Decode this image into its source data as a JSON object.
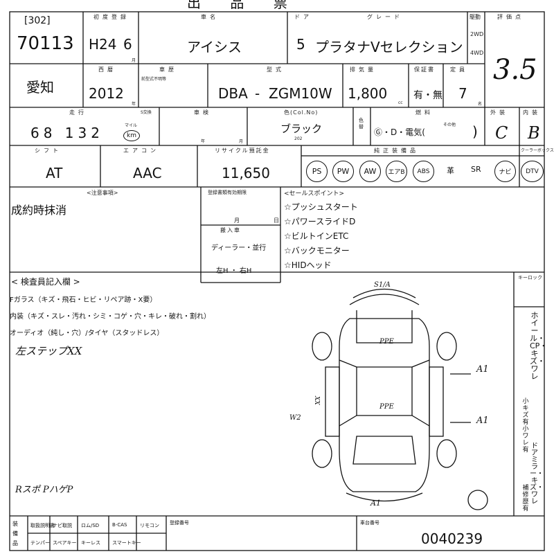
{
  "header_title": "出 品 票",
  "lot_no": "[302]",
  "entry_no": "70113",
  "labels": {
    "first_reg": "初度登録",
    "month": "月",
    "car_name": "車名",
    "door": "ドア",
    "grade": "グレード",
    "drive": "駆動",
    "score": "評価点",
    "year": "西暦",
    "year_unit": "年",
    "vehicle_type": "車歴",
    "type_sub": "前型式不明等",
    "model": "型式",
    "displacement": "排気量",
    "cc": "cc",
    "warranty": "保証書",
    "capacity": "定員",
    "person": "名",
    "mileage": "走行",
    "meter_swap": "S交換",
    "miles": "マイル",
    "km": "km",
    "inspection": "車検",
    "insp_year": "年",
    "insp_month": "月",
    "color": "色(Col.No)",
    "color_swap": "色替",
    "fuel": "燃料",
    "fuel_other": "その他",
    "exterior": "外装",
    "interior": "内装",
    "shift": "シフト",
    "aircon": "エアコン",
    "recycle": "リサイクル預託金",
    "equipment": "純正装備品",
    "cooler": "クーラーボックス",
    "caution": "<注意事項>",
    "insp_expiry": "登録書類有効期限",
    "pay_month": "月",
    "pay_day": "日",
    "delivery": "搬入車",
    "dealer_parallel": "ディーラー・並行",
    "handle": "左H ・ 右H",
    "sales_points": "<セールスポイント>",
    "inspector_notes": "< 検査員記入欄 >",
    "wheel_label": "ホイール・CP・キズ・ワレ",
    "wheel_sub": "小キズ有 小ワレ有",
    "mirror": "ドアミラー・キズ・ワレ",
    "paint": "補修歴有",
    "door_lock": "キーロック",
    "chassis_no": "車台番号",
    "reg_no": "登録番号",
    "parts": "装備品"
  },
  "values": {
    "era_year": "H24",
    "reg_month": "6",
    "car_name": "アイシス",
    "doors": "5",
    "grade": "プラタナVセレクション",
    "drive_2wd": "2WD",
    "drive_4wd": "4WD",
    "score": "3.5",
    "location": "愛知",
    "year": "2012",
    "model_prefix": "DBA",
    "model_code": "ZGM10W",
    "displacement": "1,800",
    "warranty": "有・無",
    "capacity": "7",
    "mileage": "68 132",
    "color": "ブラック",
    "color_no": "202",
    "fuel": "Ⓖ・D・電気(",
    "fuel_close": ")",
    "exterior": "C",
    "interior": "B",
    "shift": "AT",
    "aircon": "AAC",
    "recycle": "11,650",
    "equipment": [
      "PS",
      "PW",
      "AW",
      "エアB",
      "ABS",
      "革",
      "SR",
      "ナビ",
      "DTV"
    ],
    "caution_note": "成約時抹消",
    "sales_points": [
      "☆プッシュスタート",
      "☆パワースライドD",
      "☆ビルトインETC",
      "☆バックモニター",
      "☆HIDヘッド"
    ],
    "inspector_lines": [
      "Fガラス（キズ・飛石・ヒビ・リペア跡・X要）",
      "内装（キズ・スレ・汚れ・シミ・コゲ・穴・キレ・破れ・割れ）",
      "オーディオ（純し・穴）/タイヤ（スタッドレス）"
    ],
    "hand_note_1": "左ステップXX",
    "hand_note_2": "Rスポ PハゲP",
    "diagram_labels": {
      "top": "S1/A",
      "roof": "PPE",
      "center": "PPE",
      "right_a": "A1",
      "right_b": "A1",
      "left_w": "W2",
      "xx": "XX",
      "bottom": "A1"
    },
    "chassis_no": "0040239",
    "bottom_items": [
      "取扱説明書",
      "ナビ取説",
      "ロム/SD",
      "B-CAS",
      "リモコン",
      "テンパー",
      "スペアキー",
      "キーレス",
      "スマートキー"
    ]
  }
}
